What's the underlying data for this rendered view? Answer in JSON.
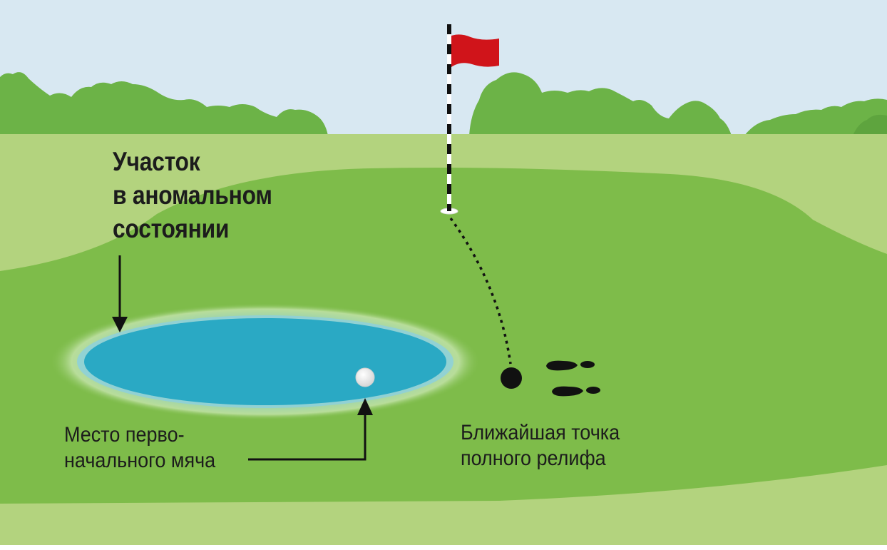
{
  "title": {
    "line1": "Участок",
    "line2": "в аномальном",
    "line3": "состоянии"
  },
  "ball_label": {
    "line1": "Место перво-",
    "line2": "начального мяча"
  },
  "relief_label": {
    "line1": "Ближайшая точка",
    "line2": "полного релифа"
  },
  "colors": {
    "sky": "#d8e8f2",
    "trees": "#6cb347",
    "far_grass": "#b3d37e",
    "fairway": "#7ebc4a",
    "water": "#2aa9c4",
    "flag": "#d0141a",
    "text": "#1c1c1c"
  },
  "icons": {
    "flag": "flag-icon",
    "ball": "ball-icon",
    "relief_point": "relief-point-icon",
    "footprints": "footprints-icon"
  }
}
